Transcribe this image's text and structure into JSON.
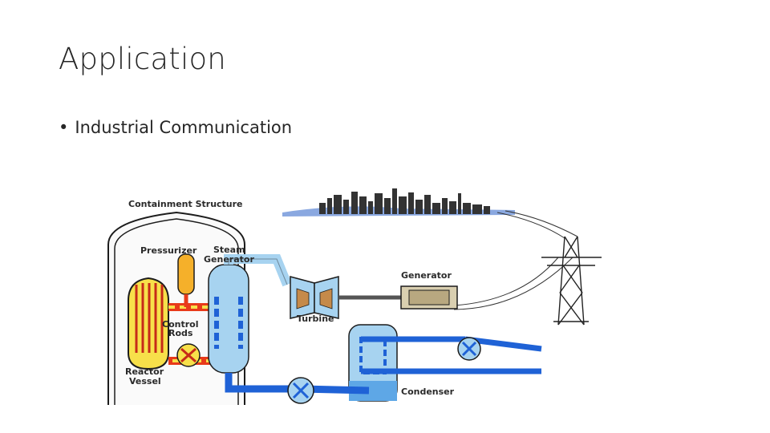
{
  "slide": {
    "title": "Application",
    "bullets": [
      "Industrial Communication"
    ]
  },
  "diagram": {
    "labels": {
      "containment": "Containment Structure",
      "pressurizer": "Pressurizer",
      "steam_gen_1": "Steam",
      "steam_gen_2": "Generator",
      "generator": "Generator",
      "turbine": "Turbine",
      "control_1": "Control",
      "control_2": "Rods",
      "reactor_1": "Reactor",
      "reactor_2": "Vessel",
      "condenser": "Condenser"
    },
    "colors": {
      "hot_loop": "#e83a1a",
      "hot_fill": "#f7e04a",
      "cold_loop": "#1f62d6",
      "water": "#a7d3f0",
      "outline": "#1c1c1c"
    }
  }
}
